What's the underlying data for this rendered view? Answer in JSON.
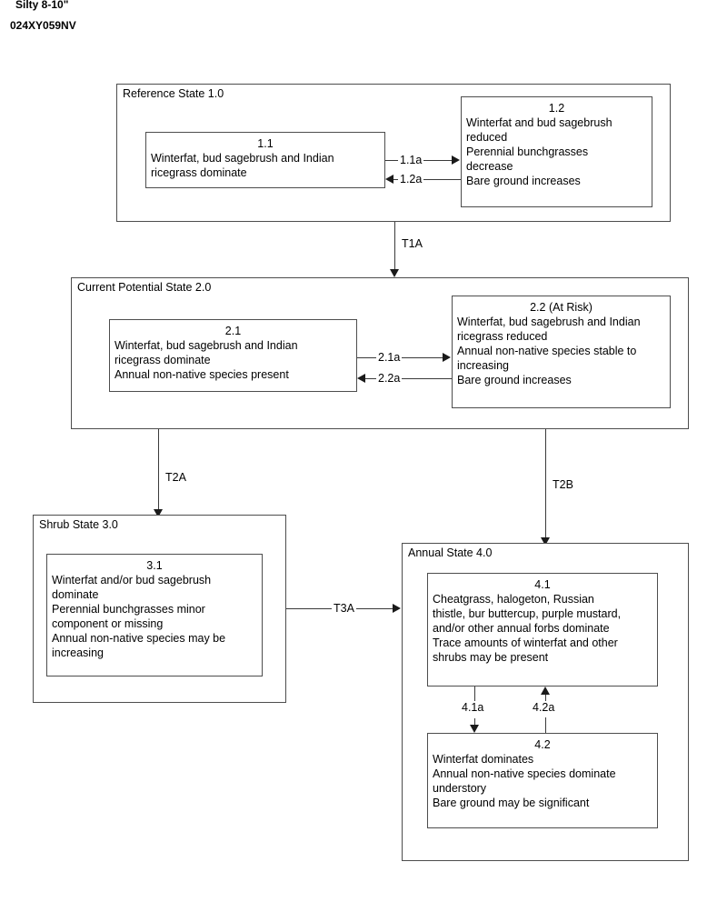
{
  "header": {
    "line1": "Silty 8-10\"",
    "line2": "024XY059NV"
  },
  "states": {
    "reference": {
      "label": "Reference State 1.0",
      "phases": {
        "p11": {
          "number": "1.1",
          "lines": [
            "Winterfat, bud sagebrush and Indian",
            "ricegrass dominate"
          ]
        },
        "p12": {
          "number": "1.2",
          "lines": [
            "Winterfat and bud sagebrush",
            "reduced",
            "Perennial bunchgrasses",
            "decrease",
            "Bare ground increases"
          ]
        }
      },
      "transitions": {
        "t11a": "1.1a",
        "t12a": "1.2a"
      }
    },
    "current_potential": {
      "label": "Current Potential State 2.0",
      "phases": {
        "p21": {
          "number": "2.1",
          "lines": [
            "Winterfat, bud sagebrush and Indian",
            "ricegrass dominate",
            "Annual non-native species present"
          ]
        },
        "p22": {
          "number": "2.2  (At Risk)",
          "lines": [
            "Winterfat, bud sagebrush and Indian",
            "ricegrass reduced",
            "Annual non-native species stable to",
            "increasing",
            "Bare ground increases"
          ]
        }
      },
      "transitions": {
        "t21a": "2.1a",
        "t22a": "2.2a"
      }
    },
    "shrub": {
      "label": "Shrub State 3.0",
      "phases": {
        "p31": {
          "number": "3.1",
          "lines": [
            "Winterfat and/or bud sagebrush",
            "dominate",
            "Perennial bunchgrasses minor",
            "component or missing",
            "Annual non-native species may be",
            "increasing"
          ]
        }
      }
    },
    "annual": {
      "label": "Annual State 4.0",
      "phases": {
        "p41": {
          "number": "4.1",
          "lines": [
            "Cheatgrass, halogeton, Russian",
            "thistle, bur buttercup, purple mustard,",
            "and/or other annual forbs dominate",
            "Trace amounts of winterfat and other",
            "shrubs may be present"
          ]
        },
        "p42": {
          "number": "4.2",
          "lines": [
            "Winterfat dominates",
            "Annual non-native species dominate",
            "understory",
            "Bare ground may be significant"
          ]
        }
      },
      "transitions": {
        "t41a": "4.1a",
        "t42a": "4.2a"
      }
    }
  },
  "state_transitions": {
    "t1a": "T1A",
    "t2a": "T2A",
    "t2b": "T2B",
    "t3a": "T3A"
  }
}
